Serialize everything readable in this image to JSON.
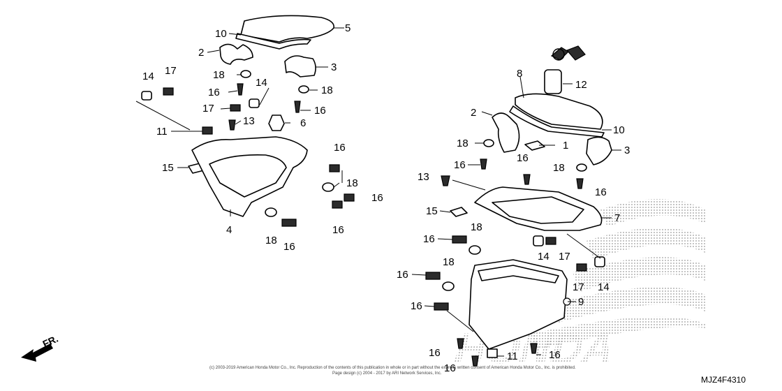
{
  "diagram_code": "MJZ4F4310",
  "direction_label": "FR.",
  "watermark_text": "HONDA",
  "copyright_line_1": "(c) 2003-2019 American Honda Motor Co., Inc. Reproduction of the contents of this publication in whole or in part without the express written consent of American Honda Motor Co., Inc. is prohibited.",
  "copyright_line_2": "Page design (c) 2004 - 2017 by ARI Network Services, Inc.",
  "callouts": [
    {
      "id": "c5",
      "text": "5"
    },
    {
      "id": "c10a",
      "text": "10"
    },
    {
      "id": "c2a",
      "text": "2"
    },
    {
      "id": "c3a",
      "text": "3"
    },
    {
      "id": "c14a",
      "text": "14"
    },
    {
      "id": "c17a",
      "text": "17"
    },
    {
      "id": "c18a",
      "text": "18"
    },
    {
      "id": "c18b",
      "text": "18"
    },
    {
      "id": "c16a",
      "text": "16"
    },
    {
      "id": "c14b",
      "text": "14"
    },
    {
      "id": "c17b",
      "text": "17"
    },
    {
      "id": "c16b",
      "text": "16"
    },
    {
      "id": "c13a",
      "text": "13"
    },
    {
      "id": "c6",
      "text": "6"
    },
    {
      "id": "c11a",
      "text": "11"
    },
    {
      "id": "c16c",
      "text": "16"
    },
    {
      "id": "c15a",
      "text": "15"
    },
    {
      "id": "c18c",
      "text": "18"
    },
    {
      "id": "c16d",
      "text": "16"
    },
    {
      "id": "c16e",
      "text": "16"
    },
    {
      "id": "c4",
      "text": "4"
    },
    {
      "id": "c18d",
      "text": "18"
    },
    {
      "id": "c16f",
      "text": "16"
    },
    {
      "id": "c8",
      "text": "8"
    },
    {
      "id": "c12",
      "text": "12"
    },
    {
      "id": "c2b",
      "text": "2"
    },
    {
      "id": "c10b",
      "text": "10"
    },
    {
      "id": "c18e",
      "text": "18"
    },
    {
      "id": "c1",
      "text": "1"
    },
    {
      "id": "c3b",
      "text": "3"
    },
    {
      "id": "c16g",
      "text": "16"
    },
    {
      "id": "c16h",
      "text": "16"
    },
    {
      "id": "c18f",
      "text": "18"
    },
    {
      "id": "c16i",
      "text": "16"
    },
    {
      "id": "c13b",
      "text": "13"
    },
    {
      "id": "c15b",
      "text": "15"
    },
    {
      "id": "c7",
      "text": "7"
    },
    {
      "id": "c16j",
      "text": "16"
    },
    {
      "id": "c18g",
      "text": "18"
    },
    {
      "id": "c14c",
      "text": "14"
    },
    {
      "id": "c17c",
      "text": "17"
    },
    {
      "id": "c16k",
      "text": "16"
    },
    {
      "id": "c18h",
      "text": "18"
    },
    {
      "id": "c17d",
      "text": "17"
    },
    {
      "id": "c14d",
      "text": "14"
    },
    {
      "id": "c9",
      "text": "9"
    },
    {
      "id": "c16l",
      "text": "16"
    },
    {
      "id": "c16m",
      "text": "16"
    },
    {
      "id": "c11b",
      "text": "11"
    },
    {
      "id": "c16n",
      "text": "16"
    },
    {
      "id": "c16o",
      "text": "16"
    }
  ]
}
